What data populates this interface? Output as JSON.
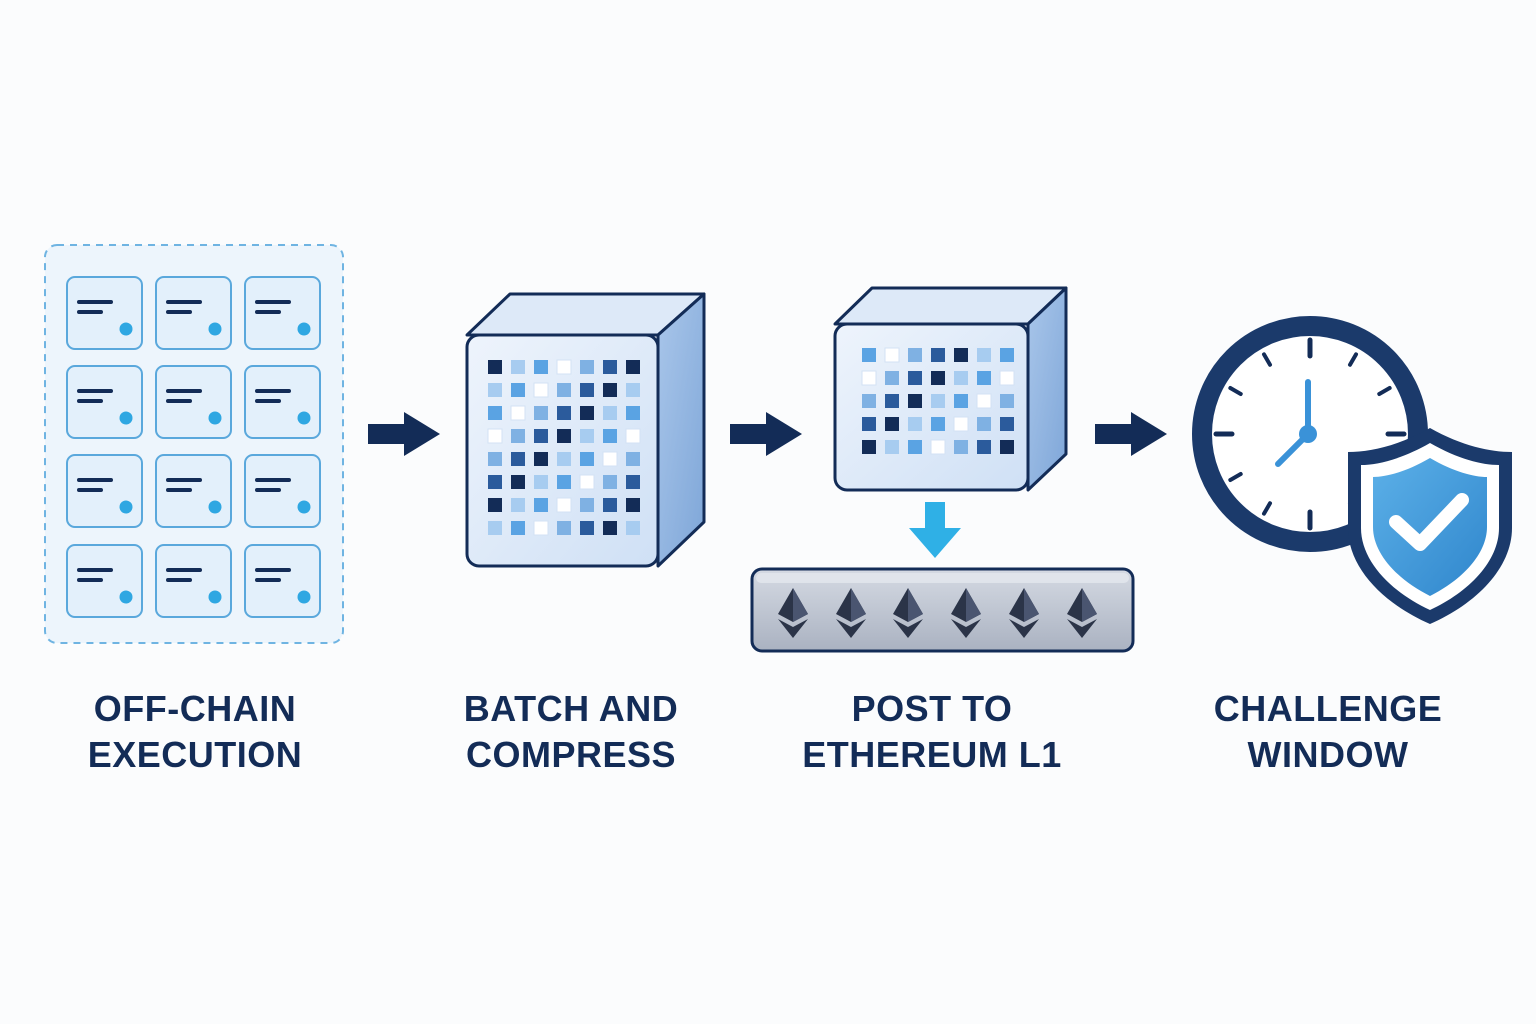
{
  "colors": {
    "navy": "#132c57",
    "accent_blue": "#3aa0dc",
    "light_blue": "#dceaf8",
    "mid_blue": "#7fb1e3",
    "gray_bar": "#b8bfcc",
    "white": "#ffffff"
  },
  "icons": {
    "transactions": "transaction-card-icon",
    "batch": "data-cube-icon",
    "post": "down-arrow-icon",
    "chain": "ethereum-diamond-icon",
    "window": "clock-icon",
    "security": "shield-check-icon",
    "flow": "right-arrow-icon"
  },
  "steps": [
    {
      "line1": "OFF-CHAIN",
      "line2": "EXECUTION"
    },
    {
      "line1": "BATCH AND",
      "line2": "COMPRESS"
    },
    {
      "line1": "POST TO",
      "line2": "ETHEREUM L1"
    },
    {
      "line1": "CHALLENGE",
      "line2": "WINDOW"
    }
  ]
}
